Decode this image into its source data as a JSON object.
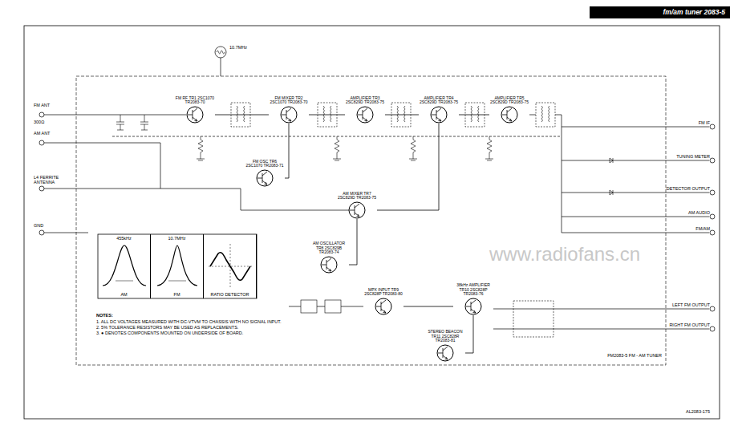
{
  "diagram": {
    "title": "fm/am tuner 2083-5",
    "nodes": [
      {
        "text": [
          "FM RF TR1 2SC1070 TR2083-70"
        ]
      },
      {
        "text": [
          "FM MIXER TR2 2SC1070 TR2083-70"
        ]
      },
      {
        "text": [
          "AMPLIFIER TR3 2SC829D TR2083-75"
        ]
      },
      {
        "text": [
          "AMPLIFIER TR4 2SC829D TR2083-75"
        ]
      },
      {
        "text": [
          "AMPLIFIER TR5 2SC829D TR2083-75"
        ]
      },
      {
        "text": [
          "FM OSC TR6 2SC1070 TR2083-71"
        ]
      },
      {
        "text": [
          "AM MIXER TR7 2SC829D TR2083-75"
        ]
      },
      {
        "text": [
          "AM OSCILLATOR TR8 2SC829B TR2083-74"
        ]
      },
      {
        "text": [
          "MPX INPUT TR9 2SC828P TR2083-80"
        ]
      },
      {
        "text": [
          "38kHz AMPLIFIER TR10 2SC828P TR2083-76"
        ]
      },
      {
        "text": [
          "STEREO BEACON TR11 2SC828R TR2083-81"
        ]
      },
      {
        "text": [
          "455kHz",
          "AM"
        ]
      },
      {
        "text": [
          "10.7MHz",
          "FM"
        ]
      },
      {
        "text": [
          "RATIO DETECTOR"
        ]
      }
    ],
    "edges": [
      {
        "from": 0,
        "to": 1,
        "arrow": "none"
      },
      {
        "from": 1,
        "to": 2,
        "arrow": "none"
      },
      {
        "from": 2,
        "to": 3,
        "arrow": "none"
      },
      {
        "from": 3,
        "to": 4,
        "arrow": "none"
      },
      {
        "from": 5,
        "to": 1,
        "arrow": "none"
      },
      {
        "from": 7,
        "to": 6,
        "arrow": "none"
      },
      {
        "from": 6,
        "to": 3,
        "arrow": "none"
      },
      {
        "from": 8,
        "to": 9,
        "arrow": "none"
      },
      {
        "from": 10,
        "to": 9,
        "arrow": "none"
      }
    ],
    "labels": [
      "FM ANT",
      "300Ω",
      "AM ANT",
      "L4 FERRITE ANTENNA",
      "GND",
      "FM IF",
      "TUNING METER",
      "DETECTOR OUTPUT",
      "AM AUDIO",
      "FM/AM",
      "LEFT FM OUTPUT",
      "RIGHT FM OUTPUT",
      "FM2083-5 FM - AM TUNER",
      "NOTES:",
      "1. ALL DC VOLTAGES MEASURED WITH DC-VTVM TO CHASSIS WITH NO SIGNAL INPUT.",
      "2. 5% TOLERANCE RESISTORS MAY BE USED AS REPLACEMENTS.",
      "3. ● DENOTES COMPONENTS MOUNTED ON UNDERSIDE OF BOARD.",
      "AL2083-175",
      "www.radiofans.cn",
      "10.7MHz"
    ]
  }
}
